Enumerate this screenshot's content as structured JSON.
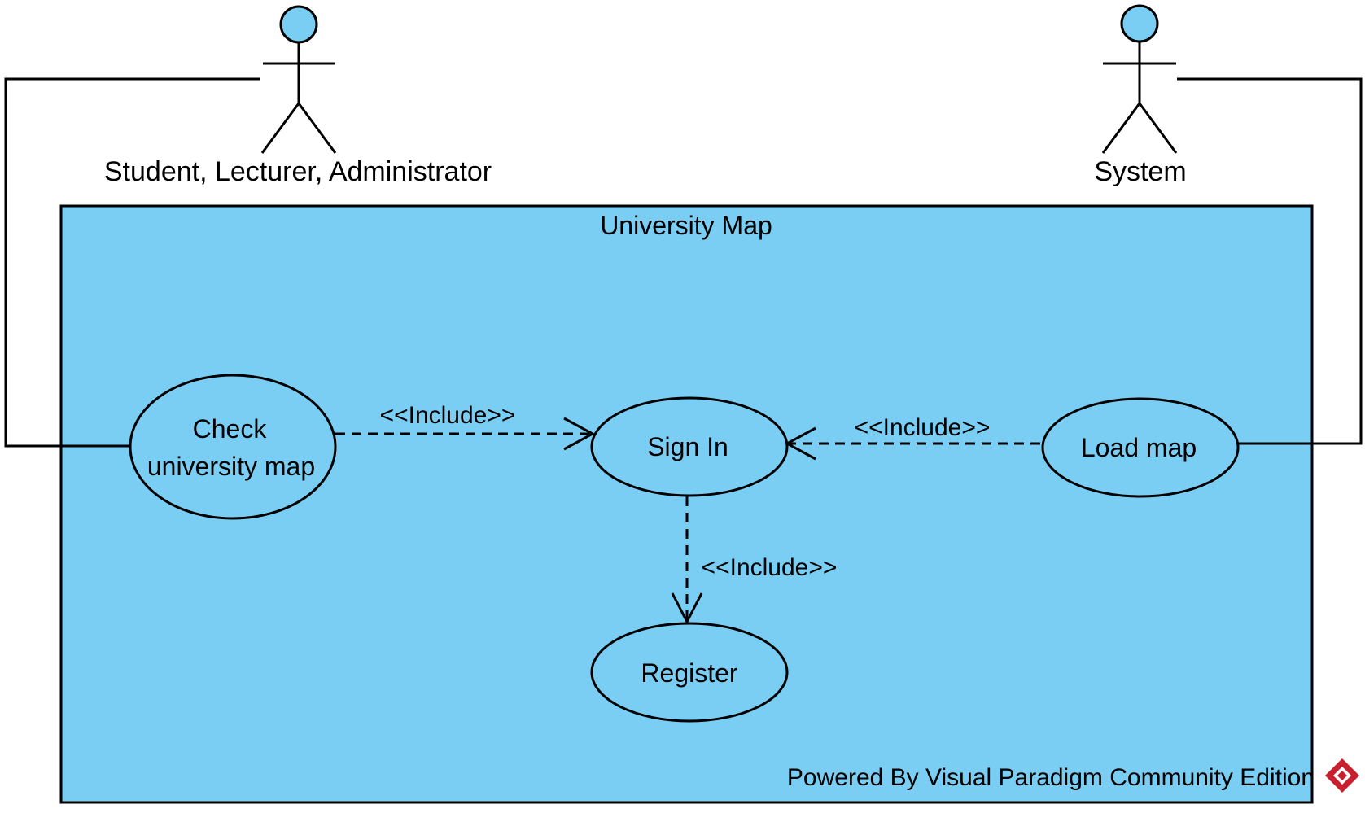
{
  "colors": {
    "boundary_fill": "#7acdf3",
    "actor_head_fill": "#7acdf3",
    "stroke": "#000000",
    "watermark_text": "#6e6e6e",
    "logo": "#c8202f"
  },
  "system_boundary": {
    "title": "University Map"
  },
  "actors": [
    {
      "label": "Student, Lecturer, Administrator"
    },
    {
      "label": "System"
    }
  ],
  "use_cases": [
    {
      "label_lines": [
        "Check",
        "university map"
      ]
    },
    {
      "label": "Sign In"
    },
    {
      "label": "Load map"
    },
    {
      "label": "Register"
    }
  ],
  "relationships": [
    {
      "from": "Check university map",
      "to": "Sign In",
      "stereotype": "<<Include>>"
    },
    {
      "from": "Load map",
      "to": "Sign In",
      "stereotype": "<<Include>>"
    },
    {
      "from": "Sign In",
      "to": "Register",
      "stereotype": "<<Include>>"
    }
  ],
  "watermark": {
    "text": "Powered By  Visual Paradigm Community Edition",
    "logo_icon": "visual-paradigm-logo"
  }
}
